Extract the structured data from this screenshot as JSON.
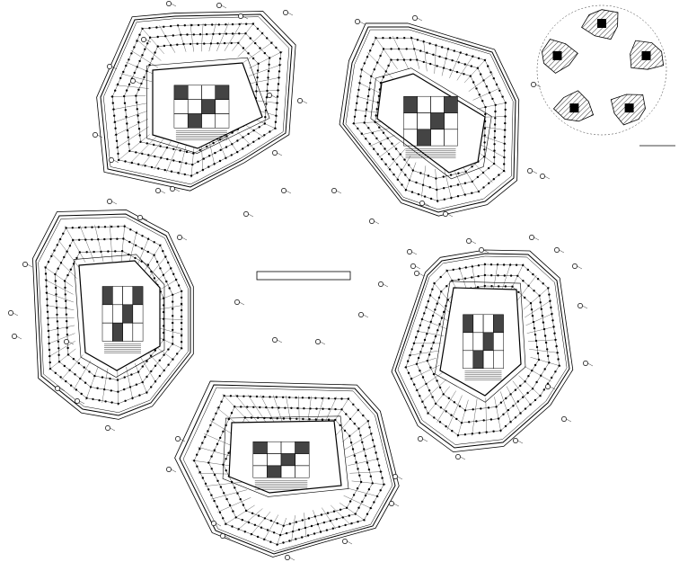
{
  "drawing": {
    "center_note": "",
    "key_plan_title": "",
    "bottom_note": "",
    "line_color": "#000000",
    "hatch_color": "#000000"
  },
  "towers": [
    {
      "id": "tower-1"
    },
    {
      "id": "tower-2"
    },
    {
      "id": "tower-3"
    },
    {
      "id": "tower-4"
    },
    {
      "id": "tower-5"
    }
  ]
}
